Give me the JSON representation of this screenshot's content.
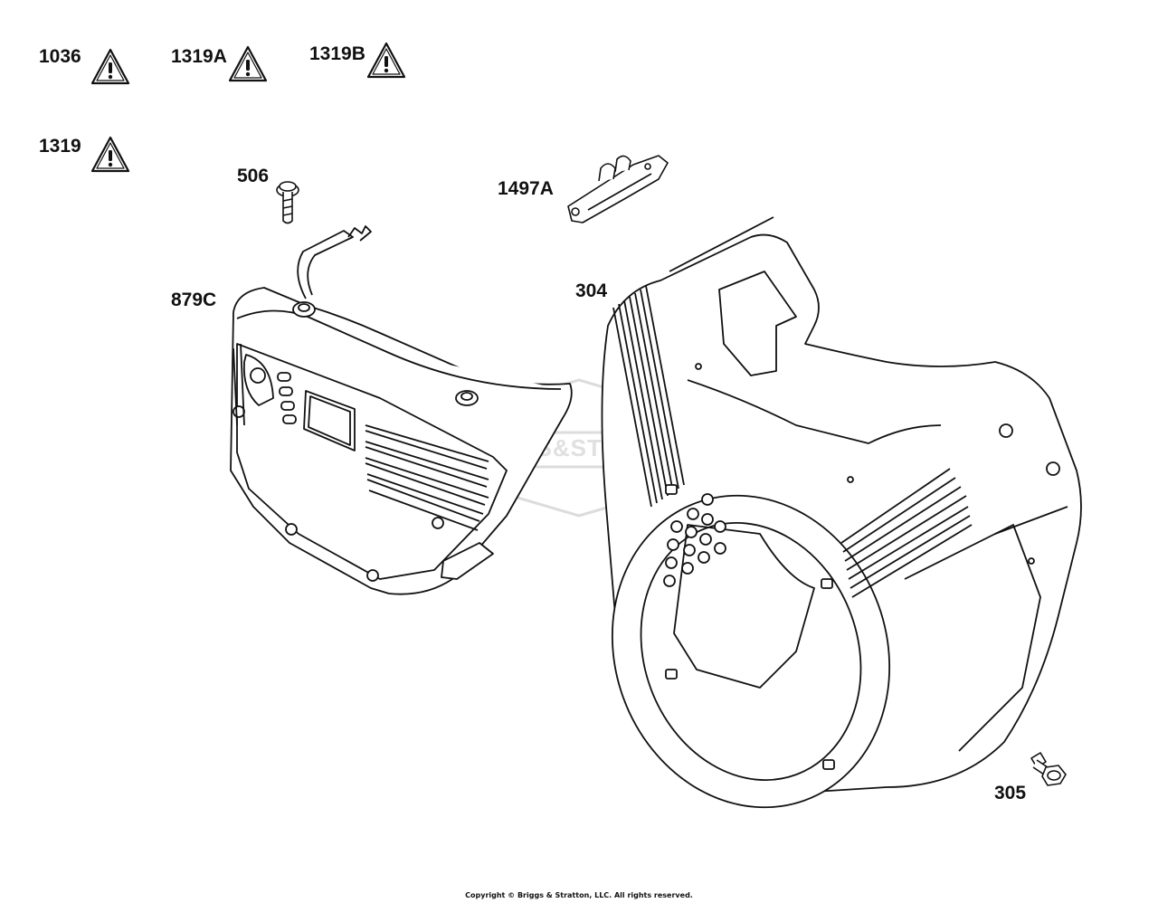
{
  "warning_labels": [
    {
      "callout": "1036"
    },
    {
      "callout": "1319A"
    },
    {
      "callout": "1319B"
    },
    {
      "callout": "1319"
    }
  ],
  "parts": {
    "screw_top": {
      "callout": "506"
    },
    "bracket": {
      "callout": "1497A"
    },
    "control_cover": {
      "callout": "879C"
    },
    "blower_housing": {
      "callout": "304"
    },
    "screw_bottom": {
      "callout": "305"
    }
  },
  "watermark": {
    "text": "BRIGGS&STRATTON"
  },
  "footer": {
    "copyright": "Copyright © Briggs & Stratton, LLC. All rights reserved."
  },
  "colors": {
    "line": "#111111",
    "watermark": "#d8d8d8"
  },
  "icons": {
    "warning": "warning-triangle-icon"
  }
}
